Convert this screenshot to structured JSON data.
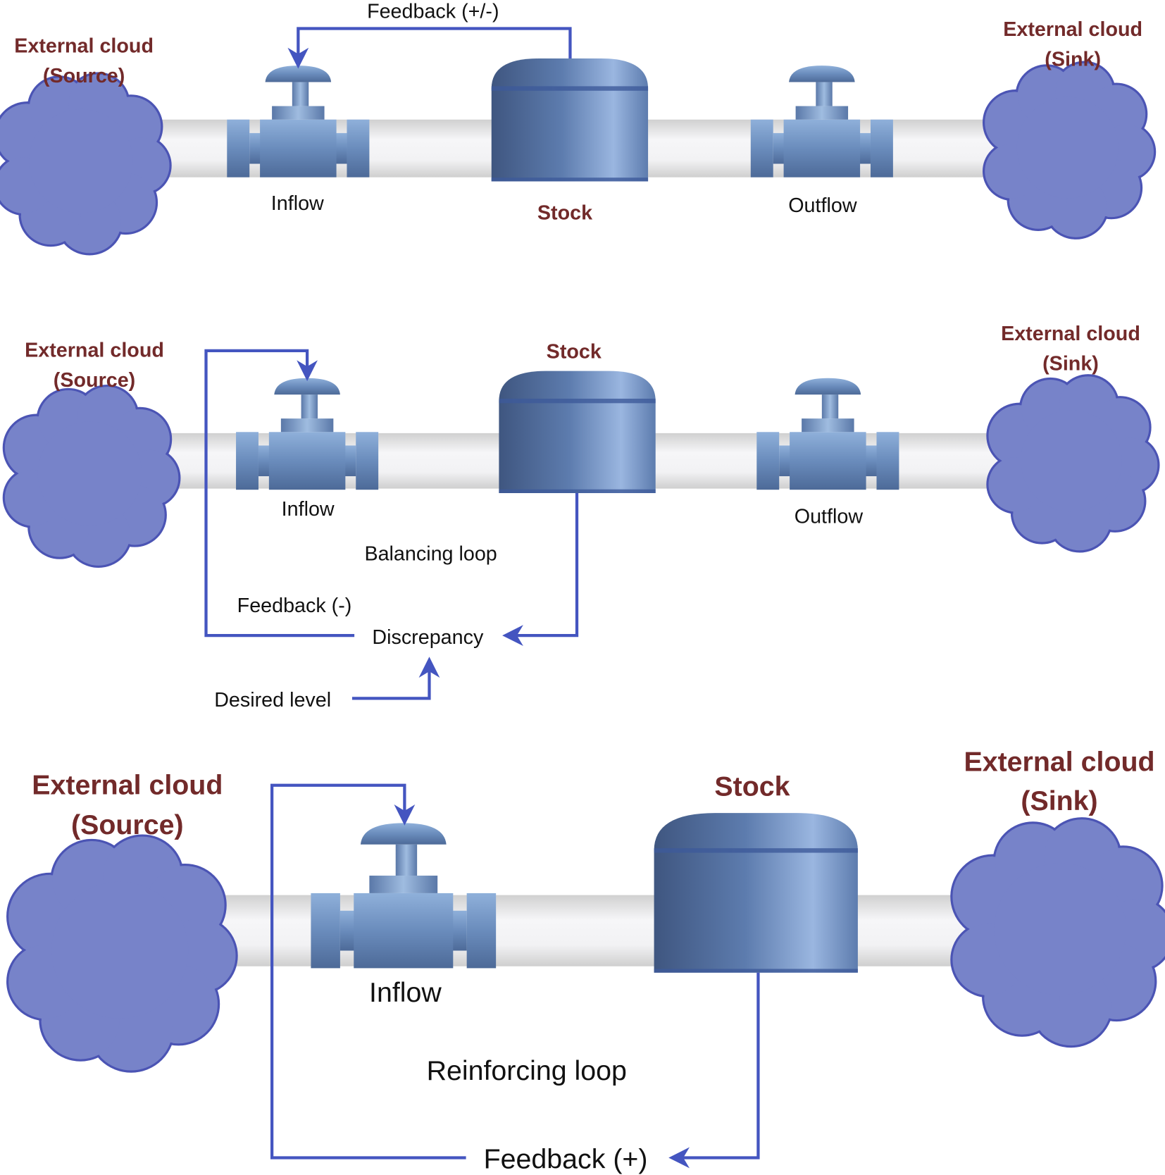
{
  "colors": {
    "cloud_fill": "#7783c9",
    "cloud_stroke": "#4b54b4",
    "arrow": "#4455c0",
    "label_accent": "#722a2a",
    "tank": "#5a78a8",
    "pipe": "#e4e4e4"
  },
  "panel1": {
    "feedback": "Feedback (+/-)",
    "source_line1": "External cloud",
    "source_line2": "(Source)",
    "sink_line1": "External cloud",
    "sink_line2": "(Sink)",
    "inflow": "Inflow",
    "stock": "Stock",
    "outflow": "Outflow"
  },
  "panel2": {
    "source_line1": "External cloud",
    "source_line2": "(Source)",
    "sink_line1": "External cloud",
    "sink_line2": "(Sink)",
    "inflow": "Inflow",
    "stock": "Stock",
    "outflow": "Outflow",
    "loop": "Balancing loop",
    "feedback": "Feedback (-)",
    "discrepancy": "Discrepancy",
    "desired": "Desired level"
  },
  "panel3": {
    "source_line1": "External cloud",
    "source_line2": "(Source)",
    "sink_line1": "External cloud",
    "sink_line2": "(Sink)",
    "inflow": "Inflow",
    "stock": "Stock",
    "loop": "Reinforcing loop",
    "feedback": "Feedback (+)"
  }
}
